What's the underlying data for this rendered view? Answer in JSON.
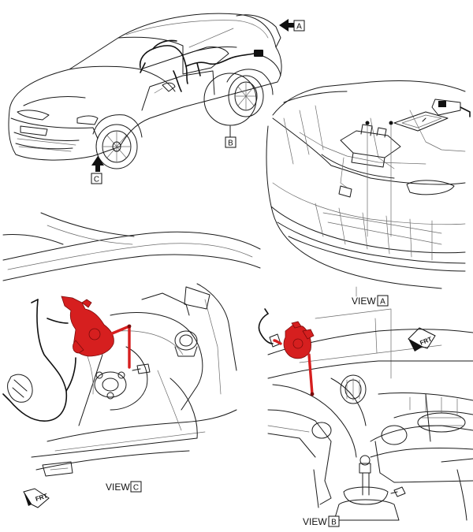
{
  "callouts": {
    "a": "A",
    "b": "B",
    "c": "C"
  },
  "views": {
    "a": {
      "prefix": "VIEW",
      "letter": "A"
    },
    "b": {
      "prefix": "VIEW",
      "letter": "B"
    },
    "c": {
      "prefix": "VIEW",
      "letter": "C"
    }
  },
  "forward_arrow_text": "FRT",
  "colors": {
    "highlight": "#d61f1f",
    "linework": "#1a1a1a"
  }
}
